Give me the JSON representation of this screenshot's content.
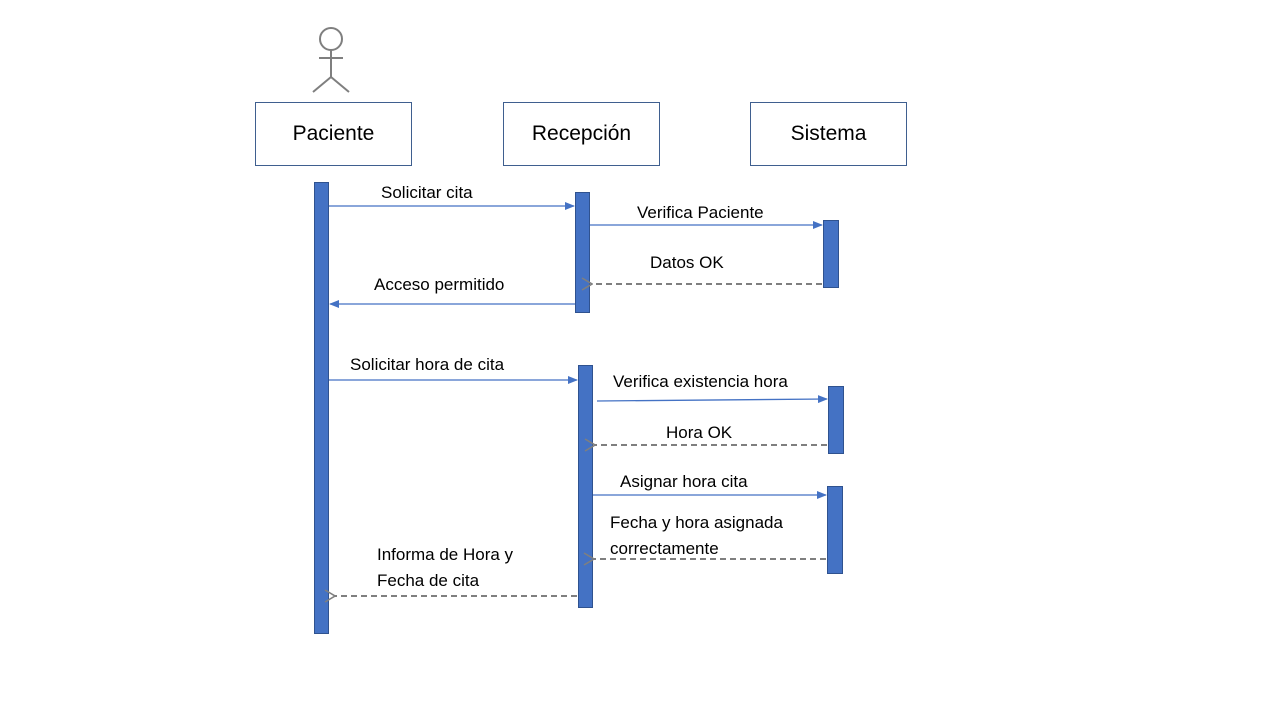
{
  "participants": {
    "paciente": "Paciente",
    "recepcion": "Recepción",
    "sistema": "Sistema"
  },
  "messages": {
    "solicitar_cita": "Solicitar cita",
    "verifica_paciente": "Verifica Paciente",
    "datos_ok": "Datos OK",
    "acceso_permitido": "Acceso permitido",
    "solicitar_hora": "Solicitar hora de cita",
    "verifica_existencia": "Verifica existencia hora",
    "hora_ok": "Hora OK",
    "asignar_hora": "Asignar hora cita",
    "fecha_asignada_l1": "Fecha y hora asignada",
    "fecha_asignada_l2": "correctamente",
    "informa_l1": "Informa de Hora y",
    "informa_l2": "Fecha de cita"
  },
  "colors": {
    "activation": "#4472c4",
    "sync_arrow": "#4472c4",
    "return_arrow": "#7f7f7f",
    "actor": "#7f7f7f"
  }
}
